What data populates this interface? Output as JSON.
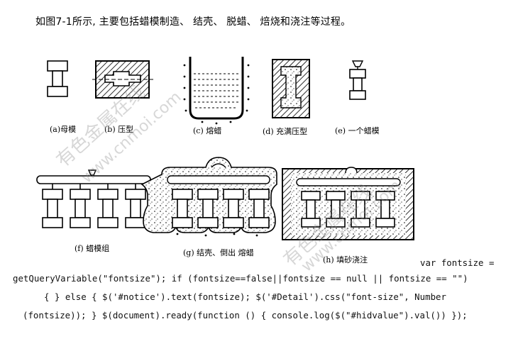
{
  "intro_text": "如图7-1所示, 主要包括蜡模制造、 结壳、 脱蜡、 焙烧和浇注等过程。",
  "figure": {
    "captions": {
      "a": "(a)母模",
      "b": "(b) 压型",
      "c": "(c) 熔蜡",
      "d": "(d) 充满压型",
      "e": "(e) 一个蜡模",
      "f": "(f) 蜡模组",
      "g": "(g) 结壳、倒出 熔蜡",
      "h": "(h) 填砂浇注"
    }
  },
  "watermarks": {
    "left": "有色金属在线",
    "url_left": "www.cnmoi.com",
    "right": "有色金属在线",
    "url_right": "www.cnmoi.com"
  },
  "code": {
    "line1": "var fontsize =",
    "line2": "getQueryVariable(\"fontsize\"); if (fontsize==false||fontsize == null || fontsize == \"\")",
    "line3": "{ } else { $('#notice').text(fontsize); $('#Detail').css(\"font-size\", Number",
    "line4": "(fontsize)); } $(document).ready(function () { console.log($(\"#hidvalue\").val()) });"
  }
}
